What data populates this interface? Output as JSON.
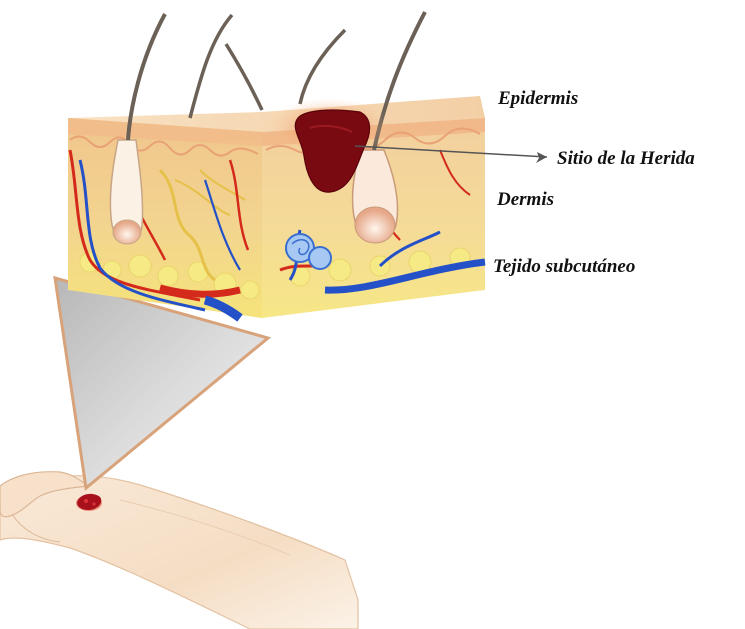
{
  "labels": {
    "epidermis": "Epidermis",
    "wound_site": "Sitio de la Herida",
    "dermis": "Dermis",
    "subcutaneous": "Tejido subcutáneo"
  },
  "colors": {
    "epidermis_top": "#f6d9b6",
    "dermis": "#f1c995",
    "subcutaneous": "#f4e27a",
    "wound": "#7a0a12",
    "artery": "#d42a1c",
    "vein": "#2450c8",
    "hair": "#6b6157",
    "skin_arm": "#f7e2cc",
    "magnifier_cone": "#c9c9c9",
    "cone_outline": "#d8a27a"
  }
}
